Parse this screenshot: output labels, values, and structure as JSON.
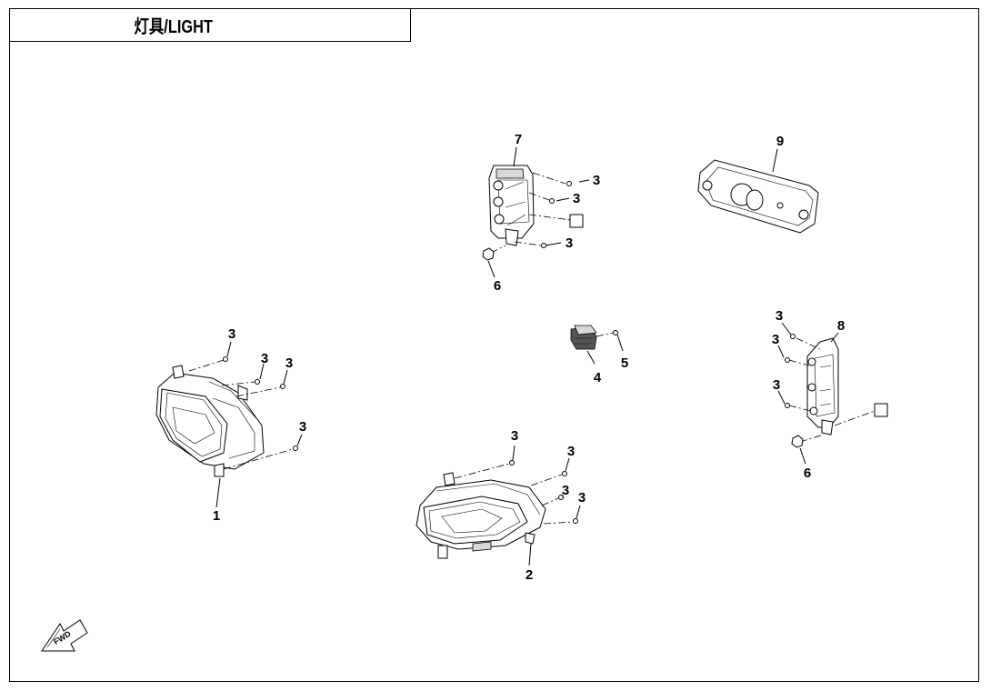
{
  "header": {
    "title": "灯具/LIGHT"
  },
  "callouts": {
    "c1": "1",
    "c2": "2",
    "c4": "4",
    "c5": "5",
    "c6a": "6",
    "c6b": "6",
    "c7": "7",
    "c8": "8",
    "c9": "9",
    "c3_7a": "3",
    "c3_7b": "3",
    "c3_7c": "3",
    "c3_8a": "3",
    "c3_8b": "3",
    "c3_8c": "3",
    "c3_1a": "3",
    "c3_1b": "3",
    "c3_1c": "3",
    "c3_1d": "3",
    "c3_2a": "3",
    "c3_2b": "3",
    "c3_2c": "3",
    "c3_2d": "3"
  },
  "fwd_label": "FWD"
}
